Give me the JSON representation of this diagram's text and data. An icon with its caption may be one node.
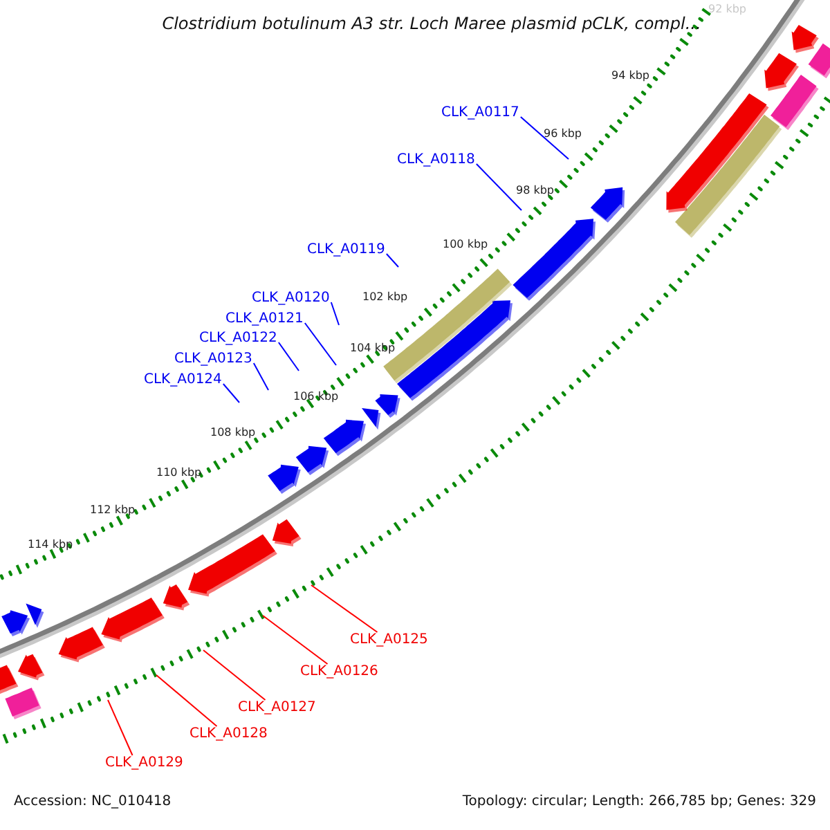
{
  "diagram": {
    "title": "Clostridium botulinum A3 str. Loch Maree plasmid pCLK, compl...",
    "nodes": [
      {
        "text": [
          "CLK_A0117"
        ]
      },
      {
        "text": [
          "CLK_A0118"
        ]
      },
      {
        "text": [
          "CLK_A0119"
        ]
      },
      {
        "text": [
          "CLK_A0120"
        ]
      },
      {
        "text": [
          "CLK_A0121"
        ]
      },
      {
        "text": [
          "CLK_A0122"
        ]
      },
      {
        "text": [
          "CLK_A0123"
        ]
      },
      {
        "text": [
          "CLK_A0124"
        ]
      },
      {
        "text": [
          "CLK_A0125"
        ]
      },
      {
        "text": [
          "CLK_A0126"
        ]
      },
      {
        "text": [
          "CLK_A0127"
        ]
      },
      {
        "text": [
          "CLK_A0128"
        ]
      },
      {
        "text": [
          "CLK_A0129"
        ]
      }
    ],
    "edges": [
      {
        "from": 0,
        "to": null,
        "arrow": "none"
      },
      {
        "from": 1,
        "to": null,
        "arrow": "none"
      },
      {
        "from": 2,
        "to": null,
        "arrow": "none"
      },
      {
        "from": 3,
        "to": null,
        "arrow": "none"
      },
      {
        "from": 4,
        "to": null,
        "arrow": "none"
      },
      {
        "from": 5,
        "to": null,
        "arrow": "none"
      },
      {
        "from": 6,
        "to": null,
        "arrow": "none"
      },
      {
        "from": 7,
        "to": null,
        "arrow": "none"
      },
      {
        "from": 8,
        "to": null,
        "arrow": "none",
        "color": "#ff0000"
      },
      {
        "from": 9,
        "to": null,
        "arrow": "none",
        "color": "#ff0000"
      },
      {
        "from": 10,
        "to": null,
        "arrow": "none",
        "color": "#ff0000"
      },
      {
        "from": 11,
        "to": null,
        "arrow": "none",
        "color": "#ff0000"
      },
      {
        "from": 12,
        "to": null,
        "arrow": "none",
        "color": "#ff0000"
      }
    ],
    "labels": [
      "92 kbp",
      "94 kbp",
      "96 kbp",
      "98 kbp",
      "100 kbp",
      "102 kbp",
      "104 kbp",
      "106 kbp",
      "108 kbp",
      "110 kbp",
      "112 kbp",
      "114 kbp",
      "Accession: NC_010418",
      "Topology: circular; Length: 266,785 bp; Genes: 329"
    ]
  }
}
